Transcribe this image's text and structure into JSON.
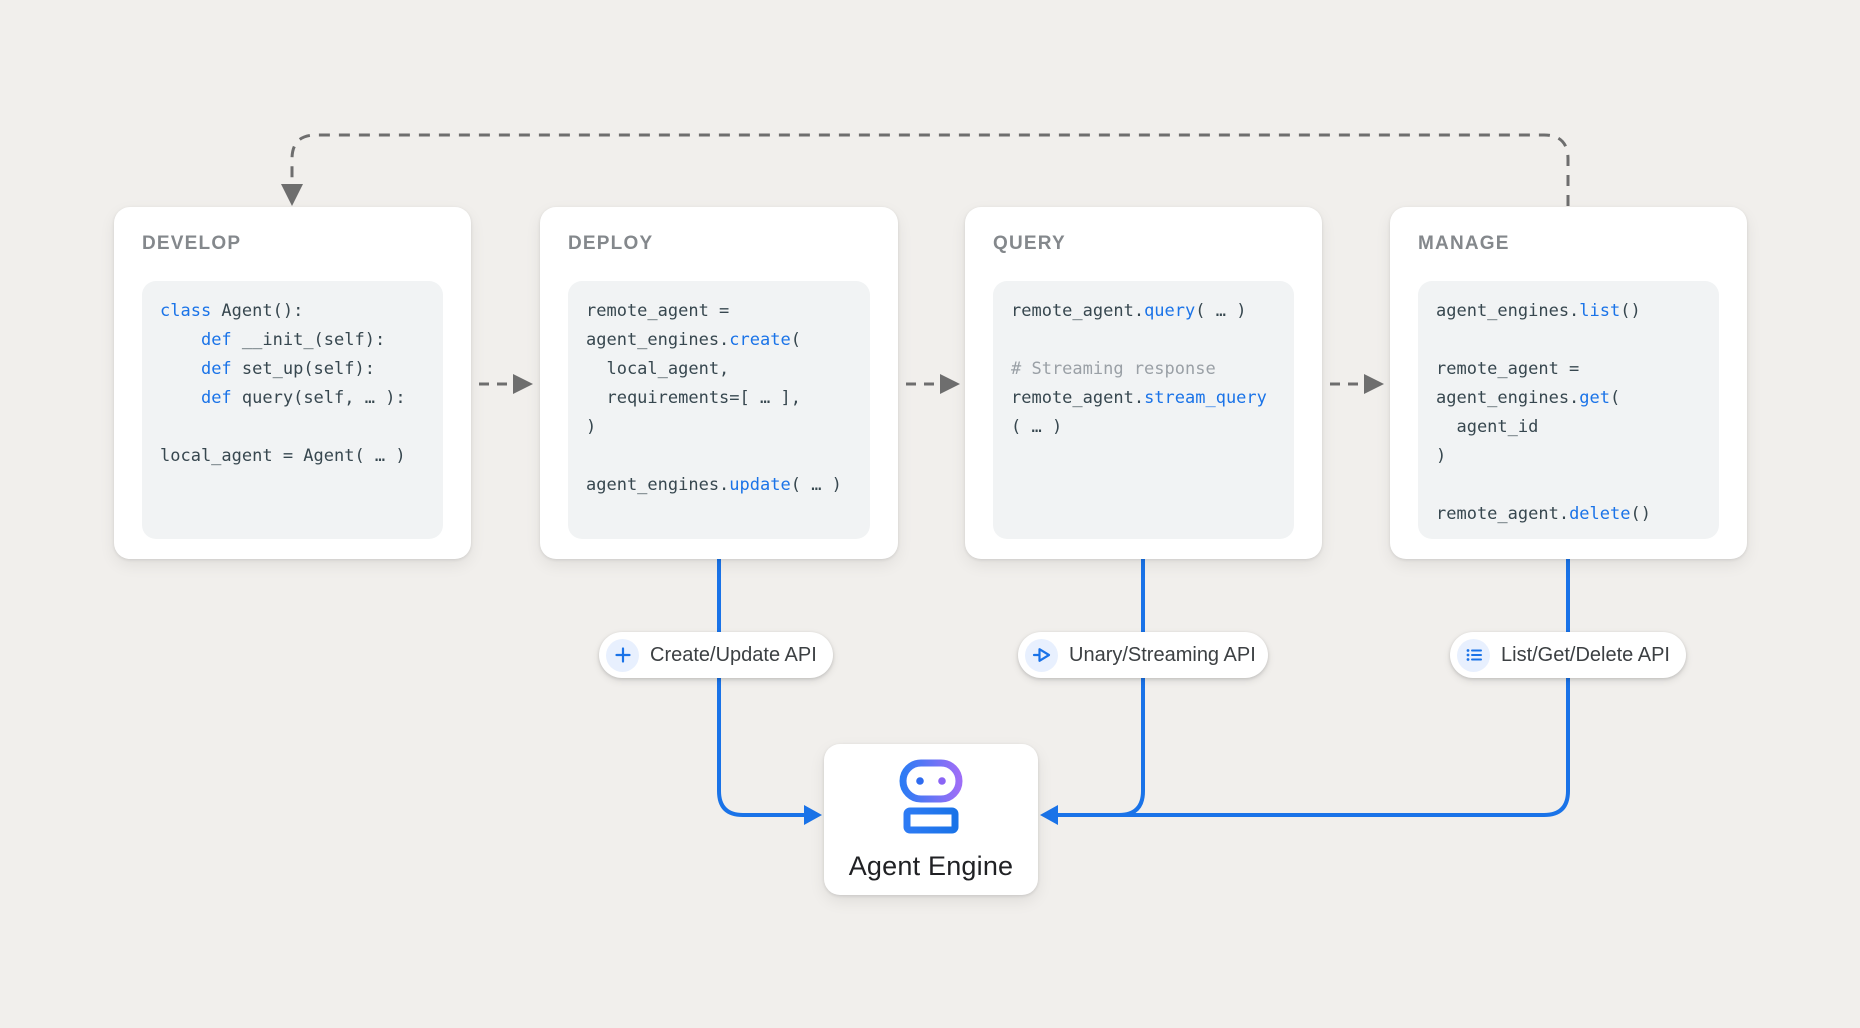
{
  "colors": {
    "background": "#f1efec",
    "card_background": "#ffffff",
    "code_background": "#f1f3f4",
    "stage_title_gray": "#84888c",
    "code_text": "#37474f",
    "keyword_blue": "#1a73e8",
    "comment_gray": "#9aa0a6",
    "dashed_connector_gray": "#6e6e6e",
    "flow_line_blue": "#1a73e8",
    "badge_icon_chip": "#e8f0fe",
    "robot_gradient_start": "#2d7bf4",
    "robot_gradient_end": "#9d6ef7"
  },
  "cards": [
    {
      "title": "DEVELOP",
      "code": [
        [
          {
            "t": "class",
            "c": "k"
          },
          {
            "t": " Agent():",
            "c": "p"
          }
        ],
        [
          {
            "t": "    ",
            "c": "p"
          },
          {
            "t": "def",
            "c": "k"
          },
          {
            "t": " __init_(self):",
            "c": "p"
          }
        ],
        [
          {
            "t": "    ",
            "c": "p"
          },
          {
            "t": "def",
            "c": "k"
          },
          {
            "t": " set_up(self):",
            "c": "p"
          }
        ],
        [
          {
            "t": "    ",
            "c": "p"
          },
          {
            "t": "def",
            "c": "k"
          },
          {
            "t": " query(self, … ):",
            "c": "p"
          }
        ],
        [],
        [
          {
            "t": "local_agent = Agent( … )",
            "c": "p"
          }
        ]
      ]
    },
    {
      "title": "DEPLOY",
      "code": [
        [
          {
            "t": "remote_agent =",
            "c": "p"
          }
        ],
        [
          {
            "t": "agent_engines.",
            "c": "p"
          },
          {
            "t": "create",
            "c": "k"
          },
          {
            "t": "(",
            "c": "p"
          }
        ],
        [
          {
            "t": "  local_agent,",
            "c": "p"
          }
        ],
        [
          {
            "t": "  requirements=[ … ],",
            "c": "p"
          }
        ],
        [
          {
            "t": ")",
            "c": "p"
          }
        ],
        [],
        [
          {
            "t": "agent_engines.",
            "c": "p"
          },
          {
            "t": "update",
            "c": "k"
          },
          {
            "t": "( … )",
            "c": "p"
          }
        ]
      ]
    },
    {
      "title": "QUERY",
      "code": [
        [
          {
            "t": "remote_agent.",
            "c": "p"
          },
          {
            "t": "query",
            "c": "k"
          },
          {
            "t": "( … )",
            "c": "p"
          }
        ],
        [],
        [
          {
            "t": "# Streaming response",
            "c": "c"
          }
        ],
        [
          {
            "t": "remote_agent.",
            "c": "p"
          },
          {
            "t": "stream_query",
            "c": "k"
          }
        ],
        [
          {
            "t": "( … )",
            "c": "p"
          }
        ]
      ]
    },
    {
      "title": "MANAGE",
      "code": [
        [
          {
            "t": "agent_engines.",
            "c": "p"
          },
          {
            "t": "list",
            "c": "k"
          },
          {
            "t": "()",
            "c": "p"
          }
        ],
        [],
        [
          {
            "t": "remote_agent =",
            "c": "p"
          }
        ],
        [
          {
            "t": "agent_engines.",
            "c": "p"
          },
          {
            "t": "get",
            "c": "k"
          },
          {
            "t": "(",
            "c": "p"
          }
        ],
        [
          {
            "t": "  agent_id",
            "c": "p"
          }
        ],
        [
          {
            "t": ")",
            "c": "p"
          }
        ],
        [],
        [
          {
            "t": "remote_agent.",
            "c": "p"
          },
          {
            "t": "delete",
            "c": "k"
          },
          {
            "t": "()",
            "c": "p"
          }
        ]
      ]
    }
  ],
  "badges": [
    {
      "label": "Create/Update API",
      "icon": "plus-icon"
    },
    {
      "label": "Unary/Streaming API",
      "icon": "send-icon"
    },
    {
      "label": "List/Get/Delete API",
      "icon": "list-icon"
    }
  ],
  "engine": {
    "label": "Agent Engine",
    "icon": "robot-icon"
  }
}
